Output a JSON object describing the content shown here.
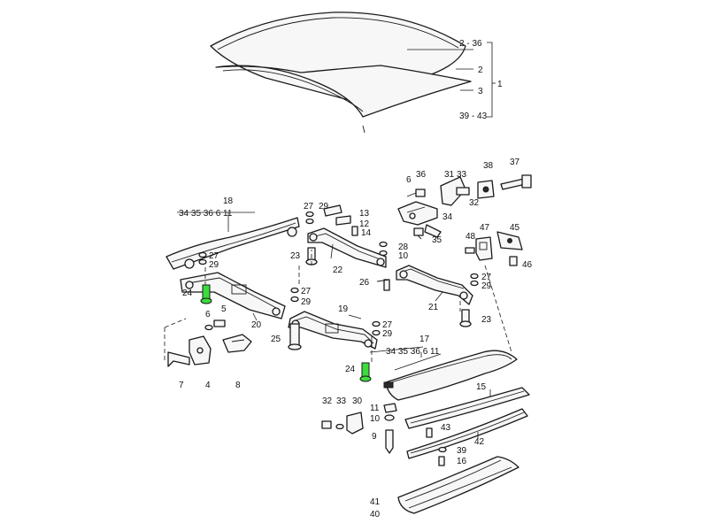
{
  "diagram": {
    "title": "Targa roof top parts exploded view",
    "highlight_color": "#3cdc3c",
    "line_color": "#1a1a1a",
    "callouts": {
      "c2_36": "2 - 36",
      "c2": "2",
      "c3": "3",
      "c39_43": "39 - 43",
      "c1": "1",
      "c18": "18",
      "c18_subs": "34  35  36  6  11",
      "c17": "17",
      "c17_subs": "34  35  36  6  11",
      "c27a": "27",
      "c29a": "29",
      "c13": "13",
      "c12": "12",
      "c14": "14",
      "c28": "28",
      "c10a": "10",
      "c23a": "23",
      "c22": "22",
      "c6a": "6",
      "c36a": "36",
      "c31": "31",
      "c33a": "33",
      "c32a": "32",
      "c38": "38",
      "c37": "37",
      "c34": "34",
      "c35": "35",
      "c48": "48",
      "c47": "47",
      "c45": "45",
      "c46": "46",
      "c27b": "27",
      "c29b": "29",
      "c26": "26",
      "c21": "21",
      "c23b": "23",
      "c27c": "27",
      "c29c": "29",
      "c24a": "24",
      "c20": "20",
      "c27d": "27",
      "c29d": "29",
      "c19": "19",
      "c27e": "27",
      "c29e": "29",
      "c25": "25",
      "c6b": "6",
      "c5": "5",
      "c7": "7",
      "c4": "4",
      "c8": "8",
      "c24b": "24",
      "c15": "15",
      "c32b": "32",
      "c33b": "33",
      "c30": "30",
      "c11": "11",
      "c10b": "10",
      "c9": "9",
      "c43": "43",
      "c42": "42",
      "c39": "39",
      "c16": "16",
      "c41": "41",
      "c40": "40"
    }
  }
}
